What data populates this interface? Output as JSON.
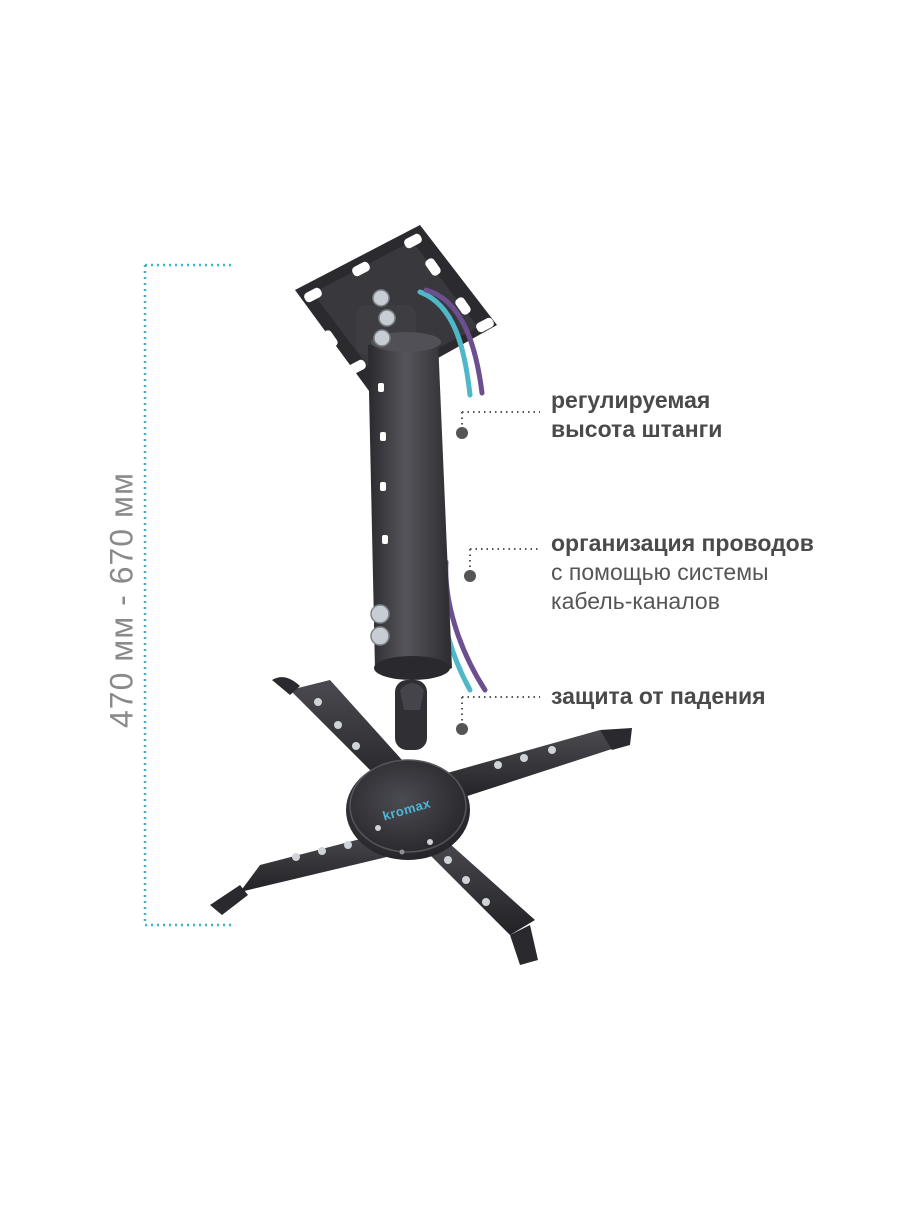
{
  "dimension": {
    "label": "470 мм - 670 мм"
  },
  "callouts": {
    "height": {
      "line1": "регулируемая",
      "line2": "высота штанги"
    },
    "cables": {
      "line1": "организация проводов",
      "line2": "с помощью системы",
      "line3": "кабель-каналов"
    },
    "safety": {
      "line1": "защита от падения"
    }
  },
  "brand": {
    "logo": "kromax"
  },
  "colors": {
    "accent": "#3bb6c6",
    "mount": "#3a3a3e",
    "text": "#4a4a4a"
  }
}
